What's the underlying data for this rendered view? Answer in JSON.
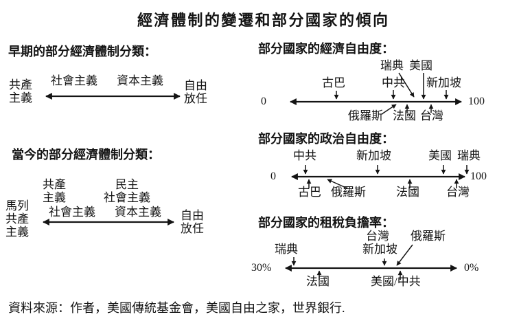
{
  "title": "經濟體制的變遷和部分國家的傾向",
  "source_line": "資料來源：作者，美國傳統基金會，美國自由之家，世界銀行.",
  "early": {
    "heading": "早期的部分經濟體制分類：",
    "left_pole": [
      "共產",
      "主義"
    ],
    "mid_labels": [
      "社會主義",
      "資本主義"
    ],
    "right_pole": [
      "自由",
      "放任"
    ]
  },
  "current": {
    "heading": "當今的部分經濟體制分類：",
    "left_pole": [
      "馬列",
      "共產",
      "主義"
    ],
    "upper_communism": [
      "共產",
      "主義"
    ],
    "upper_dem_socialism": [
      "民主",
      "社會主義"
    ],
    "mid_labels": [
      "社會主義",
      "資本主義"
    ],
    "right_pole": [
      "自由",
      "放任"
    ]
  },
  "economic_freedom": {
    "heading": "部分國家的經濟自由度：",
    "axis": {
      "min": "0",
      "max": "100"
    },
    "above": {
      "cuba": "古巴",
      "china": "中共",
      "sweden": "瑞典",
      "usa": "美國",
      "singapore": "新加坡"
    },
    "below": {
      "russia": "俄羅斯",
      "france": "法國",
      "taiwan": "台灣"
    }
  },
  "political_freedom": {
    "heading": "部分國家的政治自由度：",
    "axis": {
      "min": "0",
      "max": "100"
    },
    "above": {
      "china": "中共",
      "singapore": "新加坡",
      "usa": "美國",
      "sweden": "瑞典"
    },
    "below": {
      "cuba": "古巴",
      "russia": "俄羅斯",
      "france": "法國",
      "taiwan": "台灣"
    }
  },
  "tax_burden": {
    "heading": "部分國家的租稅負擔率：",
    "axis": {
      "min": "30%",
      "max": "0%"
    },
    "above": {
      "taiwan": "台灣",
      "russia": "俄羅斯",
      "sweden": "瑞典",
      "singapore": "新加坡"
    },
    "below": {
      "france": "法國",
      "usa_china": "美國/中共"
    }
  }
}
